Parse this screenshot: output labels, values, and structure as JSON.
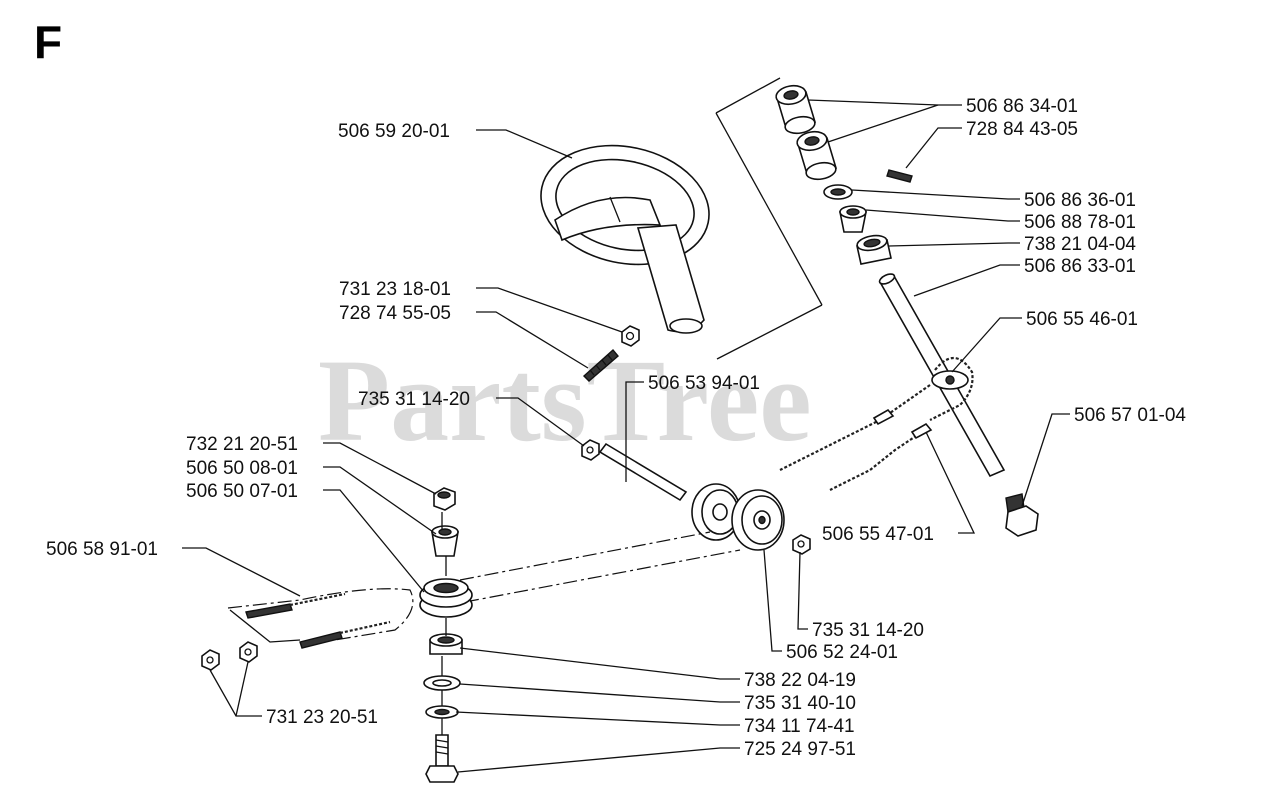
{
  "section_letter": "F",
  "watermark": "PartsTree",
  "labels": [
    {
      "id": "l1",
      "text": "506 86 34-01"
    },
    {
      "id": "l2",
      "text": "728 84 43-05"
    },
    {
      "id": "l3",
      "text": "506 59 20-01"
    },
    {
      "id": "l4",
      "text": "506 86 36-01"
    },
    {
      "id": "l5",
      "text": "506 88 78-01"
    },
    {
      "id": "l6",
      "text": "738 21 04-04"
    },
    {
      "id": "l7",
      "text": "506 86 33-01"
    },
    {
      "id": "l8",
      "text": "731 23 18-01"
    },
    {
      "id": "l9",
      "text": "728 74 55-05"
    },
    {
      "id": "l10",
      "text": "506 55 46-01"
    },
    {
      "id": "l11",
      "text": "506 53 94-01"
    },
    {
      "id": "l12",
      "text": "735 31 14-20"
    },
    {
      "id": "l13",
      "text": "506 57 01-04"
    },
    {
      "id": "l14",
      "text": "732 21 20-51"
    },
    {
      "id": "l15",
      "text": "506 50 08-01"
    },
    {
      "id": "l16",
      "text": "506 50 07-01"
    },
    {
      "id": "l17",
      "text": "506 55 47-01"
    },
    {
      "id": "l18",
      "text": "506 58 91-01"
    },
    {
      "id": "l19",
      "text": "735 31 14-20"
    },
    {
      "id": "l20",
      "text": "506 52 24-01"
    },
    {
      "id": "l21",
      "text": "738 22 04-19"
    },
    {
      "id": "l22",
      "text": "735 31 40-10"
    },
    {
      "id": "l23",
      "text": "734 11 74-41"
    },
    {
      "id": "l24",
      "text": "731 23 20-51"
    },
    {
      "id": "l25",
      "text": "725 24 97-51"
    }
  ]
}
